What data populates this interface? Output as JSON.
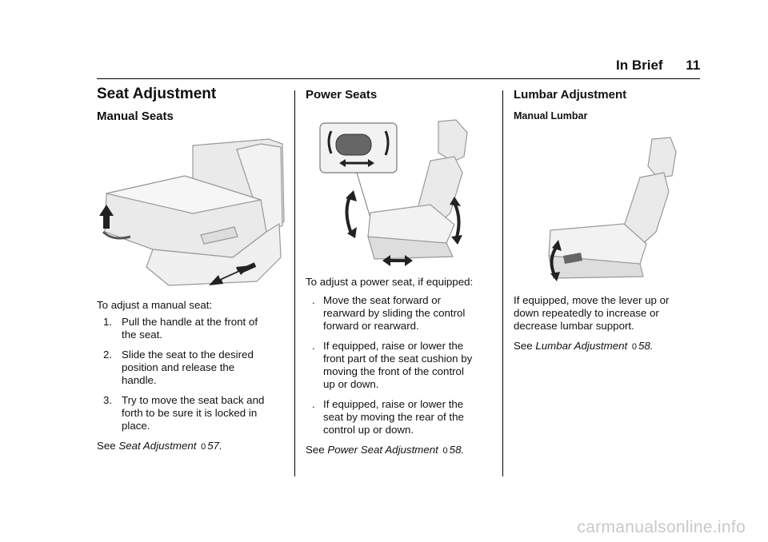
{
  "header": {
    "section": "In Brief",
    "page": "11"
  },
  "col1": {
    "title": "Seat Adjustment",
    "subtitle": "Manual Seats",
    "intro": "To adjust a manual seat:",
    "steps": [
      {
        "num": "1.",
        "lines": [
          "Pull the handle at the front of",
          "the seat."
        ]
      },
      {
        "num": "2.",
        "lines": [
          "Slide the seat to the desired",
          "position and release the",
          "handle."
        ]
      },
      {
        "num": "3.",
        "lines": [
          "Try to move the seat back and",
          "forth to be sure it is locked in",
          "place."
        ]
      }
    ],
    "see": {
      "prefix": "See",
      "ref": "Seat Adjustment",
      "arrow": "0",
      "page": "57."
    }
  },
  "col2": {
    "title": "Power Seats",
    "intro": "To adjust a power seat, if equipped:",
    "bullet": ".",
    "bullets": [
      {
        "lines": [
          "Move the seat forward or",
          "rearward by sliding the control",
          "forward or rearward."
        ]
      },
      {
        "lines": [
          "If equipped, raise or lower the",
          "front part of the seat cushion by",
          "moving the front of the control",
          "up or down."
        ]
      },
      {
        "lines": [
          "If equipped, raise or lower the",
          "seat by moving the rear of the",
          "control up or down."
        ]
      }
    ],
    "see": {
      "prefix": "See",
      "ref": "Power Seat Adjustment",
      "arrow": "0",
      "page": "58."
    }
  },
  "col3": {
    "title": "Lumbar Adjustment",
    "subtitle": "Manual Lumbar",
    "body": [
      "If equipped, move the lever up or",
      "down repeatedly to increase or",
      "decrease lumbar support."
    ],
    "see": {
      "prefix": "See",
      "ref": "Lumbar Adjustment",
      "arrow": "0",
      "page": "58."
    }
  },
  "footer": {
    "watermark": "carmanualsonline.info"
  },
  "icons": [
    "manual-seat-illustration",
    "power-seat-illustration",
    "lumbar-seat-illustration",
    "double-arrow-icon",
    "curved-arrow-icon"
  ]
}
